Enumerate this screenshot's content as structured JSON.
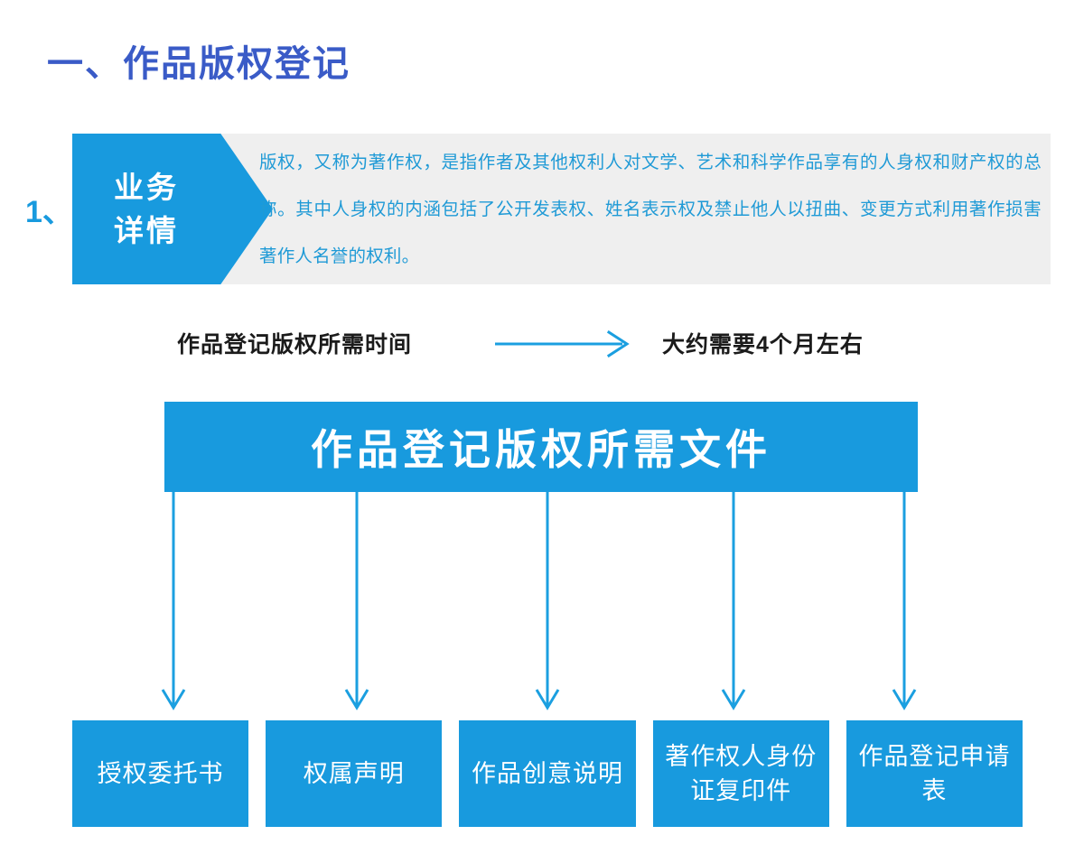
{
  "page": {
    "title": "一、作品版权登记",
    "title_color": "#3a5bc7",
    "accent_color": "#189ade",
    "panel_bg": "#efefef",
    "body_text_color": "#1f9ad6"
  },
  "section": {
    "index": "1、",
    "tab_line1": "业务",
    "tab_line2": "详情",
    "paragraph": "版权，又称为著作权，是指作者及其他权利人对文学、艺术和科学作品享有的人身权和财产权的总称。其中人身权的内涵包括了公开发表权、姓名表示权及禁止他人以扭曲、变更方式利用著作损害著作人名誉的权利。"
  },
  "duration": {
    "label": "作品登记版权所需时间",
    "arrow_icon": "right-arrow-icon",
    "value": "大约需要4个月左右"
  },
  "documents": {
    "banner": "作品登记版权所需文件",
    "items": [
      {
        "label": "授权委托书"
      },
      {
        "label": "权属声明"
      },
      {
        "label": "作品创意说明"
      },
      {
        "label": "著作权人身份证复印件"
      },
      {
        "label": "作品登记申请表"
      }
    ]
  }
}
